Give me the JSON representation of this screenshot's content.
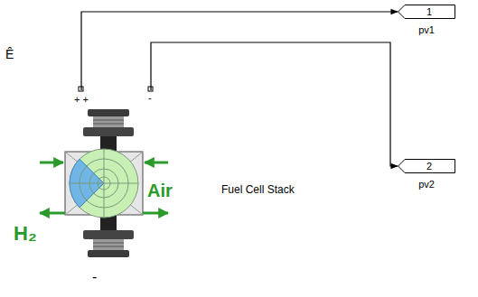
{
  "diagram": {
    "nodes": [
      {
        "text": [
          "H₂",
          "Air",
          "Fuel Cell Stack"
        ]
      },
      {
        "text": [
          "1",
          "pv1"
        ]
      },
      {
        "text": [
          "2",
          "pv2"
        ]
      }
    ],
    "edges": [
      {
        "from": 0,
        "to": 1,
        "arrow": "to"
      },
      {
        "from": 0,
        "to": 2,
        "arrow": "to"
      }
    ],
    "labels": [
      "Ê",
      "+ +",
      "-",
      "-"
    ]
  }
}
